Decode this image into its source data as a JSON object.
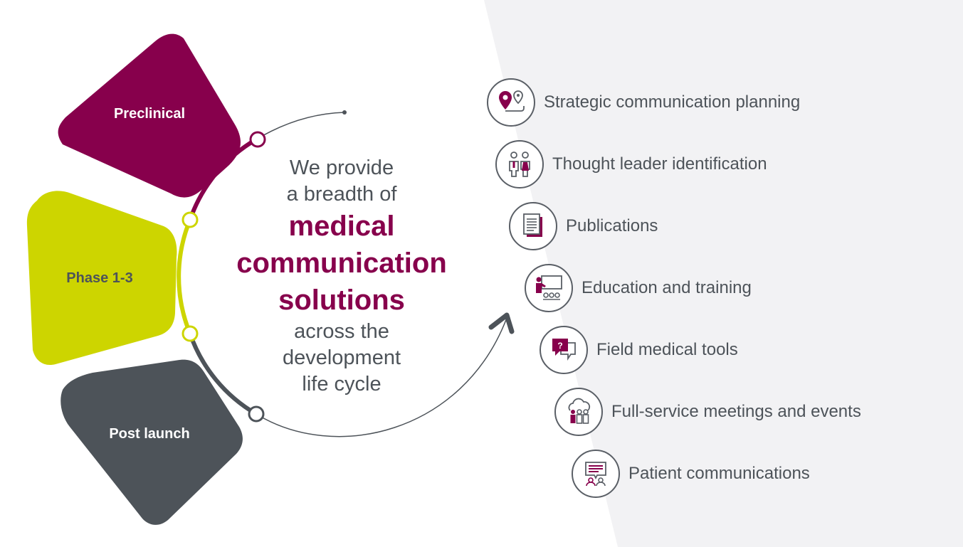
{
  "colors": {
    "plum": "#87004c",
    "lime": "#cdd500",
    "slate": "#4d5359",
    "panel": "#f2f2f4"
  },
  "stages": [
    {
      "label": "Preclinical",
      "color": "#87004c",
      "text_color": "#ffffff"
    },
    {
      "label": "Phase 1-3",
      "color": "#cdd500",
      "text_color": "#4d5359"
    },
    {
      "label": "Post launch",
      "color": "#4d5359",
      "text_color": "#ffffff"
    }
  ],
  "center": {
    "line1": "We provide",
    "line2": "a breadth of",
    "highlight1": "medical",
    "highlight2": "communication",
    "highlight3": "solutions",
    "line3": "across the",
    "line4": "development",
    "line5": "life cycle"
  },
  "services": [
    {
      "label": "Strategic communication planning",
      "icon": "map-pin-route-icon"
    },
    {
      "label": "Thought leader identification",
      "icon": "people-pair-icon"
    },
    {
      "label": "Publications",
      "icon": "document-icon"
    },
    {
      "label": "Education and training",
      "icon": "presenter-board-icon"
    },
    {
      "label": "Field medical tools",
      "icon": "question-chat-icon"
    },
    {
      "label": "Full-service meetings and events",
      "icon": "group-cloud-icon"
    },
    {
      "label": "Patient communications",
      "icon": "audience-screen-icon"
    }
  ]
}
